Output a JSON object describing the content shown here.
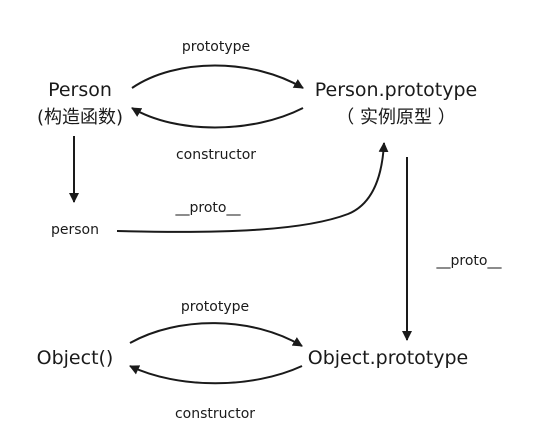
{
  "nodes": {
    "person_constructor": {
      "name": "Person",
      "subtitle": "(构造函数)"
    },
    "person_prototype": {
      "name": "Person.prototype",
      "subtitle": "（ 实例原型 ）"
    },
    "person_instance": {
      "name": "person"
    },
    "object_constructor": {
      "name": "Object()"
    },
    "object_prototype": {
      "name": "Object.prototype"
    }
  },
  "edges": {
    "person_to_prototype": "prototype",
    "prototype_to_person": "constructor",
    "instance_proto": "__proto__",
    "prototype_proto": "__proto__",
    "object_to_prototype": "prototype",
    "object_prototype_to_object": "constructor"
  }
}
